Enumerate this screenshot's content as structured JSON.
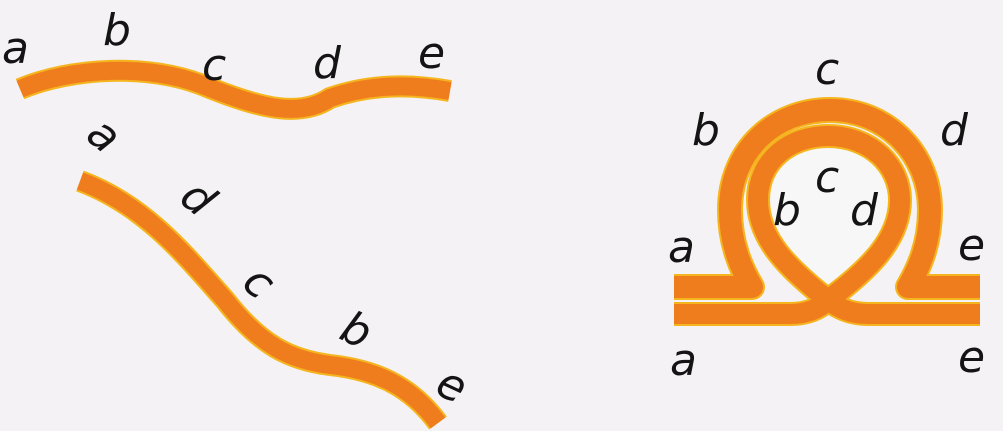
{
  "colors": {
    "background": "#f4f2f4",
    "strand": "#ef7d1e",
    "strand_edge": "#f5b51f",
    "label": "#141414"
  },
  "strands": [
    {
      "name": "top-left-strand",
      "labels": [
        "a",
        "b",
        "c",
        "d",
        "e"
      ]
    },
    {
      "name": "bottom-left-strand",
      "labels": [
        "a",
        "d",
        "c",
        "b",
        "e"
      ]
    },
    {
      "name": "loop-strand",
      "outer_labels": [
        "a",
        "b",
        "c",
        "d",
        "e"
      ],
      "inner_labels": [
        "b",
        "c",
        "d"
      ],
      "bottom_labels": [
        "a",
        "e"
      ]
    }
  ]
}
